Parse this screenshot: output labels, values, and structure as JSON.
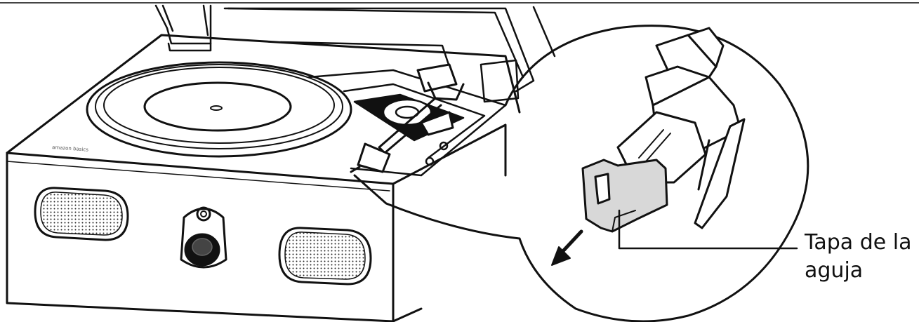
{
  "callout": {
    "line1": "Tapa de la",
    "line2": "aguja"
  },
  "brand_mark": "amazon basics",
  "colors": {
    "line": "#111111",
    "cap_fill": "#d8d8d8",
    "background": "#ffffff"
  },
  "icons": [
    "arrow-icon"
  ]
}
